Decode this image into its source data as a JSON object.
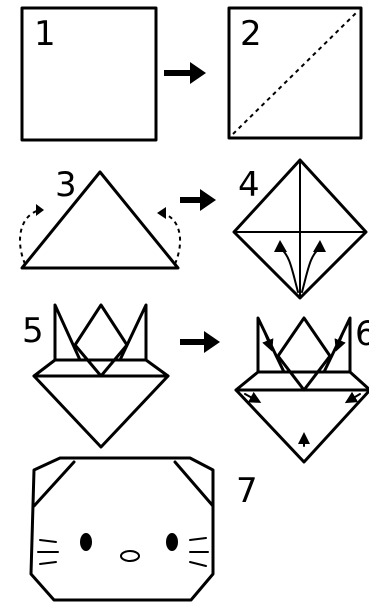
{
  "steps": [
    {
      "number": "1"
    },
    {
      "number": "2"
    },
    {
      "number": "3"
    },
    {
      "number": "4"
    },
    {
      "number": "5"
    },
    {
      "number": "6"
    },
    {
      "number": "7"
    }
  ],
  "icons": [
    "right-arrow-icon",
    "fold-arrow-icon",
    "dashed-fold-line"
  ]
}
